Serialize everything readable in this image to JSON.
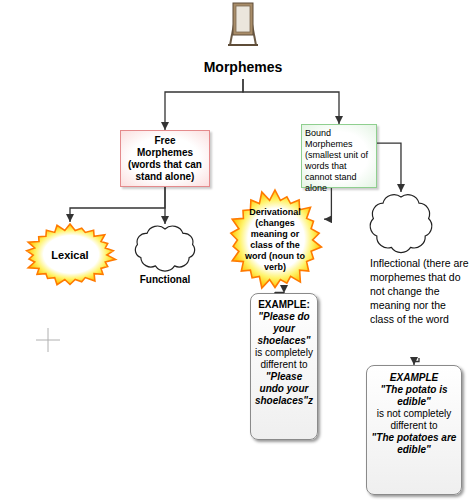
{
  "diagram": {
    "nodes": [
      {
        "text": [
          "Morphemes"
        ]
      },
      {
        "text": [
          "Free Morphemes (words that can stand alone)"
        ]
      },
      {
        "text": [
          "Bound Morphemes (smallest unit of words that cannot stand alone"
        ]
      },
      {
        "text": [
          "Lexical"
        ]
      },
      {
        "text": [
          "Functional"
        ]
      },
      {
        "text": [
          "Derivational (changes meaning or class of the word (noun to verb)"
        ]
      },
      {
        "text": [
          "Inflectional (there are morphemes that do not change the meaning nor the class of the word"
        ]
      },
      {
        "text": [
          "EXAMPLE:",
          "\"Please do your shoelaces\"",
          "is completely different to",
          "\"Please undo your shoelaces\"z"
        ]
      },
      {
        "text": [
          "EXAMPLE",
          "\"The potato is edible\"",
          "is not completely different to",
          "\"The potatoes are edible\""
        ]
      }
    ],
    "edges": [
      {
        "from": 0,
        "to": 1,
        "arrow": "to"
      },
      {
        "from": 0,
        "to": 2,
        "arrow": "to"
      },
      {
        "from": 1,
        "to": 3,
        "arrow": "to"
      },
      {
        "from": 1,
        "to": 4,
        "arrow": "to"
      },
      {
        "from": 2,
        "to": 5,
        "arrow": "to"
      },
      {
        "from": 2,
        "to": 6,
        "arrow": "to"
      },
      {
        "from": 5,
        "to": 7,
        "arrow": "to"
      },
      {
        "from": 6,
        "to": 8,
        "arrow": "to"
      }
    ]
  }
}
